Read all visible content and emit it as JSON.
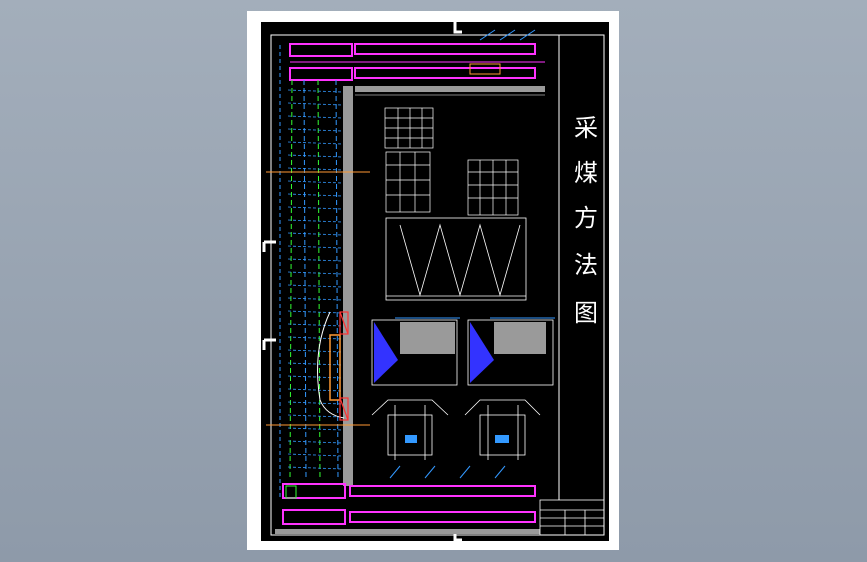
{
  "drawing": {
    "title_chars": [
      "采",
      "煤",
      "方",
      "法",
      "图"
    ]
  },
  "colors": {
    "paper": "#ffffff",
    "sheet": "#000000",
    "frame": "#ffffff",
    "conveyor": "#ff33ff",
    "roadway": "#9a9a9a",
    "support": "#3399ff",
    "dashed": "#33ff33",
    "accent": "#ff9933",
    "detail": "#ffffff",
    "hatch": "#3333ff",
    "highlight": "#ff3333"
  }
}
